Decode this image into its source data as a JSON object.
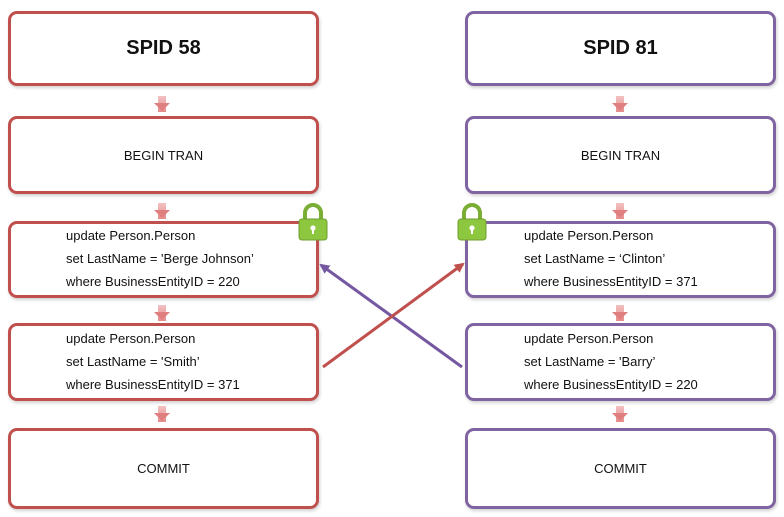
{
  "left": {
    "title": "SPID 58",
    "begin": "BEGIN TRAN",
    "update1": [
      "update Person.Person",
      "set LastName = 'Berge Johnson’",
      "where BusinessEntityID = 220"
    ],
    "update2": [
      "update Person.Person",
      "set LastName = 'Smith’",
      "where BusinessEntityID = 371"
    ],
    "commit": "COMMIT"
  },
  "right": {
    "title": "SPID 81",
    "begin": "BEGIN TRAN",
    "update1": [
      "update Person.Person",
      "set LastName = ‘Clinton’",
      "where BusinessEntityID = 371"
    ],
    "update2": [
      "update Person.Person",
      "set LastName = 'Barry’",
      "where BusinessEntityID = 220"
    ],
    "commit": "COMMIT"
  },
  "colors": {
    "left_accent": "#c0504d",
    "right_accent": "#8064a2",
    "lock": "#8dc63f",
    "connector": "#e68c8c"
  },
  "icons": [
    "padlock-icon"
  ]
}
